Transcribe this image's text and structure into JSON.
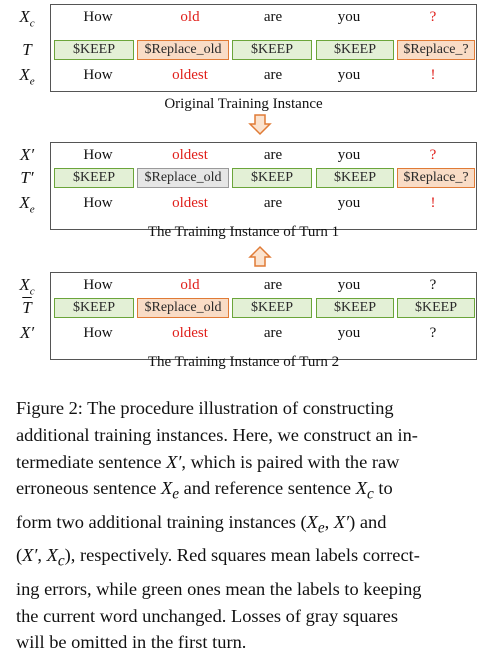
{
  "panels": [
    {
      "rows": [
        {
          "label_main": "X",
          "label_sub": "c",
          "words": [
            "How",
            "old",
            "are",
            "you",
            "?"
          ],
          "colors": [
            "#111",
            "#e0201b",
            "#111",
            "#111",
            "#e0201b"
          ]
        },
        {
          "label_main": "T",
          "label_sub": "",
          "tags": [
            "$KEEP",
            "$Replace_old",
            "$KEEP",
            "$KEEP",
            "$Replace_?"
          ]
        },
        {
          "label_main": "X",
          "label_sub": "e",
          "words": [
            "How",
            "oldest",
            "are",
            "you",
            "!"
          ],
          "colors": [
            "#111",
            "#e0201b",
            "#111",
            "#111",
            "#e0201b"
          ]
        }
      ],
      "caption": "Original Training Instance"
    },
    {
      "rows": [
        {
          "label_main": "X′",
          "label_sub": "",
          "words": [
            "How",
            "oldest",
            "are",
            "you",
            "?"
          ],
          "colors": [
            "#111",
            "#e0201b",
            "#111",
            "#111",
            "#e0201b"
          ]
        },
        {
          "label_main": "T′",
          "label_sub": "",
          "tags": [
            "$KEEP",
            "$Replace_old",
            "$KEEP",
            "$KEEP",
            "$Replace_?"
          ]
        },
        {
          "label_main": "X",
          "label_sub": "e",
          "words": [
            "How",
            "oldest",
            "are",
            "you",
            "!"
          ],
          "colors": [
            "#111",
            "#e0201b",
            "#111",
            "#111",
            "#e0201b"
          ]
        }
      ],
      "caption": "The Training Instance of Turn 1"
    },
    {
      "rows": [
        {
          "label_main": "X",
          "label_sub": "c",
          "words": [
            "How",
            "old",
            "are",
            "you",
            "?"
          ],
          "colors": [
            "#111",
            "#e0201b",
            "#111",
            "#111",
            "#111"
          ]
        },
        {
          "label_main": "T",
          "label_sub": "",
          "tags": [
            "$KEEP",
            "$Replace_old",
            "$KEEP",
            "$KEEP",
            "$KEEP"
          ]
        },
        {
          "label_main": "X′",
          "label_sub": "",
          "words": [
            "How",
            "oldest",
            "are",
            "you",
            "?"
          ],
          "colors": [
            "#111",
            "#e0201b",
            "#111",
            "#111",
            "#111"
          ]
        }
      ],
      "caption": "The Training Instance of Turn 2"
    }
  ],
  "tag_styles": {
    "panel1": [
      "keep",
      "rep",
      "keep",
      "keep",
      "rep"
    ],
    "panel2": [
      "keep",
      "gray",
      "keep",
      "keep",
      "rep"
    ],
    "panel3": [
      "keep",
      "rep",
      "keep",
      "keep",
      "keep"
    ]
  },
  "figure_caption": {
    "line1": "Figure 2: The procedure illustration of constructing",
    "line2": "additional training instances. Here, we construct an in-",
    "line3a": "termediate sentence ",
    "line3b": "X′",
    "line3c": ", which is paired with the raw",
    "line4a": "erroneous sentence ",
    "line4b": "X",
    "line4c": "e",
    "line4d": " and reference sentence ",
    "line4e": "X",
    "line4f": "c",
    "line4g": " to",
    "line5a": "form two additional training instances (",
    "line5b": "X",
    "line5c": "e",
    "line5d": ", ",
    "line5e": "X′",
    "line5f": ") and",
    "line6a": "(",
    "line6b": "X′",
    "line6c": ", ",
    "line6d": "X",
    "line6e": "c",
    "line6f": "), respectively. Red squares mean labels correct-",
    "line7": "ing errors, while green ones mean the labels to keeping",
    "line8": "the current word unchanged.  Losses of gray squares",
    "line9": "will be omitted in the first turn."
  },
  "colors": {
    "keep_fill": "#e3f0d6",
    "keep_border": "#6ba53a",
    "replace_fill": "#f9dcc6",
    "replace_border": "#e07b36",
    "gray_fill": "#e6e6e6",
    "gray_border": "#9a9a9a",
    "error_text": "#e0201b",
    "arrow_fill": "#fbe3cf",
    "arrow_stroke": "#e07b36"
  },
  "icons": [
    "down-arrow-icon",
    "up-arrow-icon"
  ]
}
